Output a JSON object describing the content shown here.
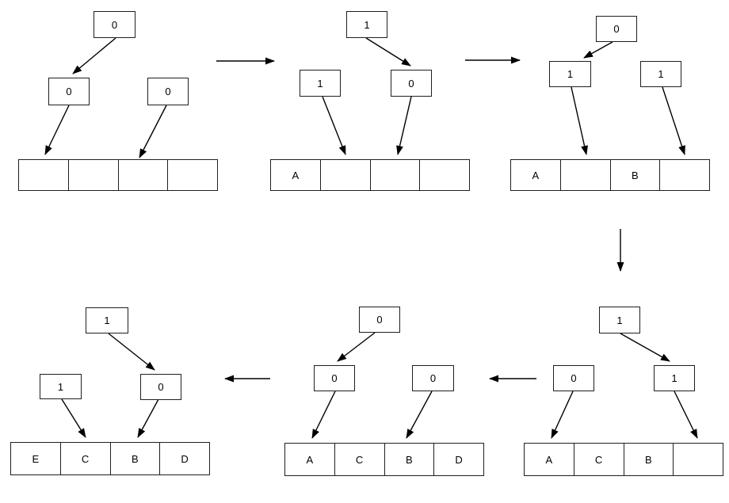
{
  "colors": {
    "background": "#ffffff",
    "stroke": "#1f1f1f",
    "arrow": "#000000",
    "text": "#000000"
  },
  "panels": [
    {
      "step": 1,
      "position": "top-left",
      "nodes": [
        {
          "pos": "top",
          "label": "0"
        },
        {
          "pos": "left",
          "label": "0"
        },
        {
          "pos": "right",
          "label": "0"
        }
      ],
      "cells": [
        "",
        "",
        "",
        ""
      ]
    },
    {
      "step": 2,
      "position": "top-middle",
      "nodes": [
        {
          "pos": "top",
          "label": "1"
        },
        {
          "pos": "left",
          "label": "1"
        },
        {
          "pos": "right",
          "label": "0"
        }
      ],
      "cells": [
        "A",
        "",
        "",
        ""
      ]
    },
    {
      "step": 3,
      "position": "top-right",
      "nodes": [
        {
          "pos": "top",
          "label": "0"
        },
        {
          "pos": "left",
          "label": "1"
        },
        {
          "pos": "right",
          "label": "1"
        }
      ],
      "cells": [
        "A",
        "",
        "B",
        ""
      ]
    },
    {
      "step": 4,
      "position": "bottom-right",
      "nodes": [
        {
          "pos": "top",
          "label": "1"
        },
        {
          "pos": "left",
          "label": "0"
        },
        {
          "pos": "right",
          "label": "1"
        }
      ],
      "cells": [
        "A",
        "C",
        "B",
        ""
      ]
    },
    {
      "step": 5,
      "position": "bottom-middle",
      "nodes": [
        {
          "pos": "top",
          "label": "0"
        },
        {
          "pos": "left",
          "label": "0"
        },
        {
          "pos": "right",
          "label": "0"
        }
      ],
      "cells": [
        "A",
        "C",
        "B",
        "D"
      ]
    },
    {
      "step": 6,
      "position": "bottom-left",
      "nodes": [
        {
          "pos": "top",
          "label": "1"
        },
        {
          "pos": "left",
          "label": "1"
        },
        {
          "pos": "right",
          "label": "0"
        }
      ],
      "cells": [
        "E",
        "C",
        "B",
        "D"
      ]
    }
  ],
  "flow": [
    {
      "from": 1,
      "to": 2,
      "direction": "right"
    },
    {
      "from": 2,
      "to": 3,
      "direction": "right"
    },
    {
      "from": 3,
      "to": 4,
      "direction": "down"
    },
    {
      "from": 4,
      "to": 5,
      "direction": "left"
    },
    {
      "from": 5,
      "to": 6,
      "direction": "left"
    }
  ]
}
